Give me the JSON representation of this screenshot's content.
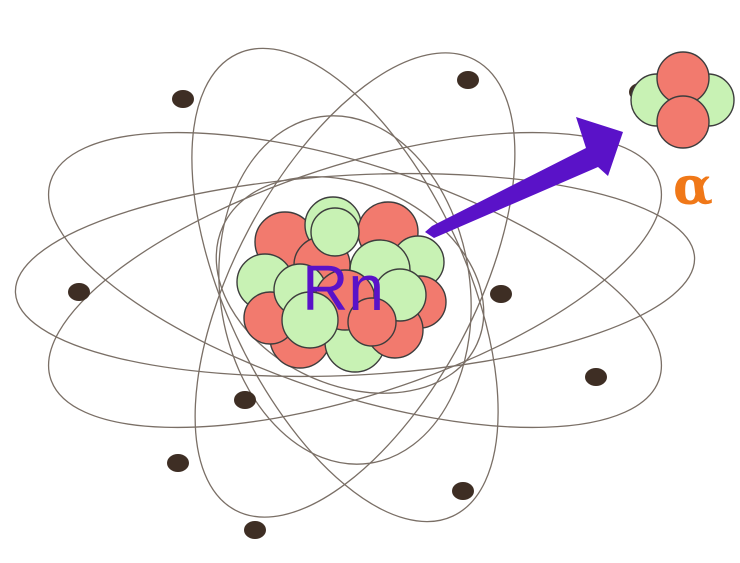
{
  "nucleus": {
    "label": "Rn",
    "label_color": "#5a12c8"
  },
  "alpha_particle": {
    "label": "α",
    "label_color": "#f07818"
  },
  "colors": {
    "proton_fill": "#f27a6e",
    "neutron_fill": "#c8f2b4",
    "particle_stroke": "#3d3d3d",
    "orbit_stroke": "#7a6f66",
    "electron_fill": "#3e2e24",
    "arrow_fill": "#5a12c8"
  },
  "electron_count": 10,
  "orbit_count": 7
}
